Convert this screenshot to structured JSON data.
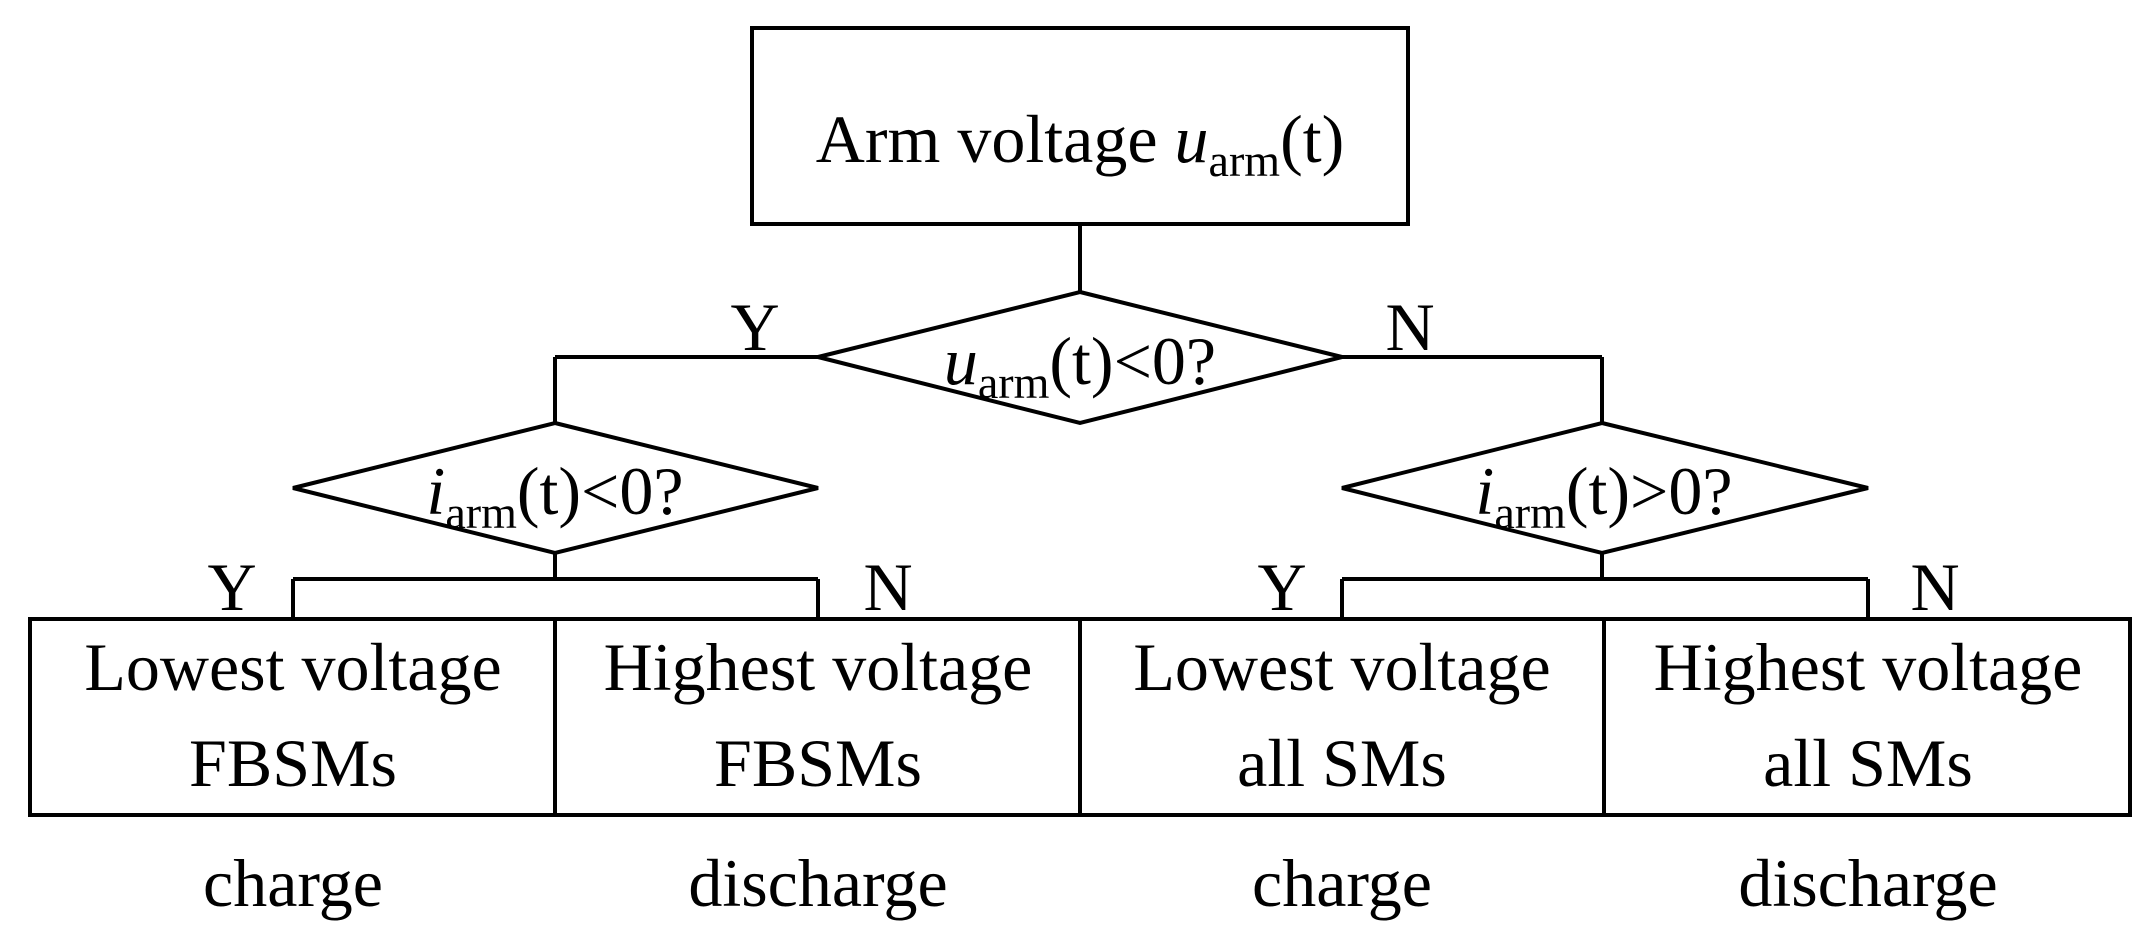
{
  "start": {
    "label": "Arm voltage",
    "var": "u",
    "sub": "arm",
    "tail": "(t)"
  },
  "decision_top": {
    "var": "u",
    "sub": "arm",
    "tail": "(t)<0?",
    "yes": "Y",
    "no": "N"
  },
  "decision_left": {
    "var": "i",
    "sub": "arm",
    "tail": "(t)<0?",
    "yes": "Y",
    "no": "N"
  },
  "decision_right": {
    "var": "i",
    "sub": "arm",
    "tail": "(t)>0?",
    "yes": "Y",
    "no": "N"
  },
  "outcomes": [
    {
      "line1": "Lowest voltage",
      "line2": "FBSMs",
      "action": "charge"
    },
    {
      "line1": "Highest voltage",
      "line2": "FBSMs",
      "action": "discharge"
    },
    {
      "line1": "Lowest voltage",
      "line2": "all SMs",
      "action": "charge"
    },
    {
      "line1": "Highest voltage",
      "line2": "all SMs",
      "action": "discharge"
    }
  ]
}
